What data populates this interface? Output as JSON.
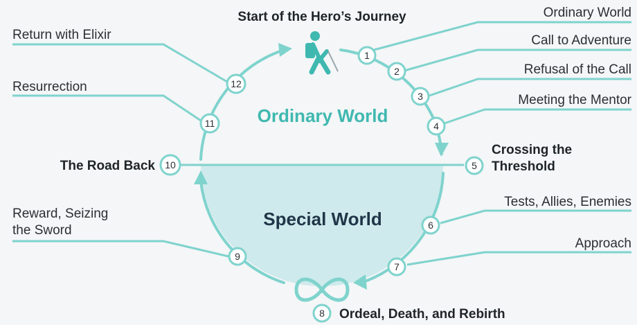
{
  "title": "Start of the Hero’s Journey",
  "worlds": {
    "ordinary": "Ordinary World",
    "special": "Special World"
  },
  "steps": [
    {
      "number": "1",
      "label": "Ordinary World"
    },
    {
      "number": "2",
      "label": "Call to Adventure"
    },
    {
      "number": "3",
      "label": "Refusal of the Call"
    },
    {
      "number": "4",
      "label": "Meeting the Mentor"
    },
    {
      "number": "5",
      "label_line1": "Crossing the",
      "label_line2": "Threshold"
    },
    {
      "number": "6",
      "label": "Tests, Allies, Enemies"
    },
    {
      "number": "7",
      "label": "Approach"
    },
    {
      "number": "8",
      "label": "Ordeal, Death, and Rebirth"
    },
    {
      "number": "9",
      "label_line1": "Reward, Seizing",
      "label_line2": "the Sword"
    },
    {
      "number": "10",
      "label": "The Road Back"
    },
    {
      "number": "11",
      "label": "Resurrection"
    },
    {
      "number": "12",
      "label": "Return with Elixir"
    }
  ],
  "icons": [
    "hiker-icon",
    "infinity-icon",
    "arrow-icon"
  ],
  "colors": {
    "background": "#f4f6f7",
    "accent": "#7fd3cd",
    "accent_dark": "#3fb8b0",
    "special_fill": "#cfeaec",
    "special_text": "#1f3548",
    "text": "#2b2f33"
  }
}
